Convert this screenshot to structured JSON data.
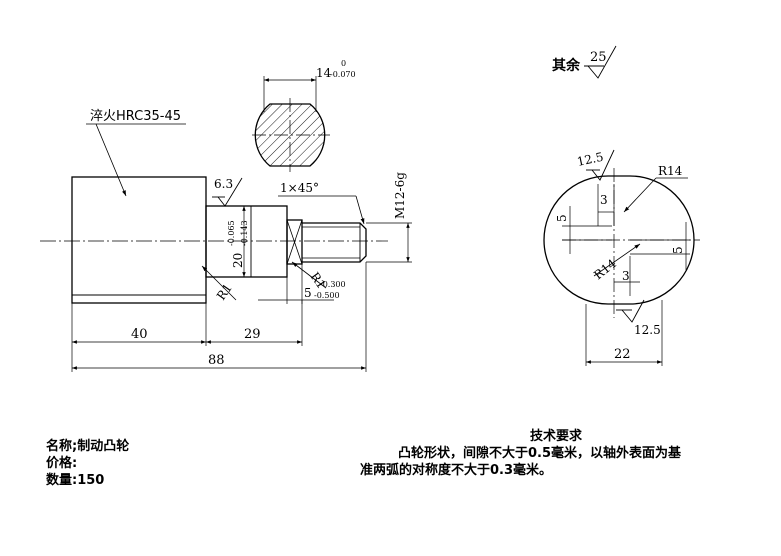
{
  "drawing": {
    "hardening_note": "淬火HRC35-45",
    "other_surfaces_label": "其余",
    "other_surfaces_roughness": "25",
    "section": {
      "width_dim": "14",
      "width_tol_upper": "0",
      "width_tol_lower": "-0.070"
    },
    "front_view": {
      "chamfer": "1×45°",
      "roughness_shoulder": "6.3",
      "thread": "M12-6g",
      "dia_20": "20",
      "dia_20_tol_upper": "-0.065",
      "dia_20_tol_lower": "-0.143",
      "fillet_left": "R1",
      "fillet_right": "R1",
      "groove_width": "5",
      "groove_tol_upper": "-0.300",
      "groove_tol_lower": "-0.500",
      "len_40": "40",
      "len_29": "29",
      "len_88": "88"
    },
    "cam_view": {
      "roughness_top": "12.5",
      "roughness_bottom": "12.5",
      "radius_top": "R14",
      "radius_bottom": "R14",
      "offset_top": "3",
      "offset_bottom": "3",
      "height_left": "5",
      "height_right": "5",
      "width_22": "22"
    }
  },
  "info": {
    "name_line": "名称;制动凸轮",
    "price_line": "价格:",
    "quantity_line": "数量:150"
  },
  "requirements": {
    "title": "技术要求",
    "line1": "凸轮形状，间隙不大于0.5毫米，以轴外表面为基",
    "line2": "准两弧的对称度不大于0.3毫米。"
  }
}
